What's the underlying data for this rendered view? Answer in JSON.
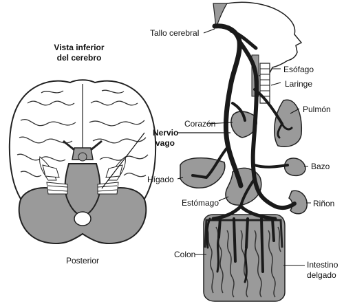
{
  "brain_view": {
    "title_line1": "Vista inferior",
    "title_line2": "del cerebro",
    "posterior": "Posterior"
  },
  "nerve": {
    "line1": "Nervio",
    "line2": "vago"
  },
  "organs": {
    "brainstem": "Tallo cerebral",
    "esophagus": "Esófago",
    "larynx": "Laringe",
    "lung": "Pulmón",
    "heart": "Corazón",
    "liver": "Hígado",
    "spleen": "Bazo",
    "stomach": "Estómago",
    "kidney": "Riñon",
    "colon": "Colon",
    "small_intestine_line1": "Intestino",
    "small_intestine_line2": "delgado"
  },
  "colors": {
    "organ_fill": "#9a9a9a",
    "nerve_stroke": "#1a1a1a",
    "outline": "#222222"
  }
}
